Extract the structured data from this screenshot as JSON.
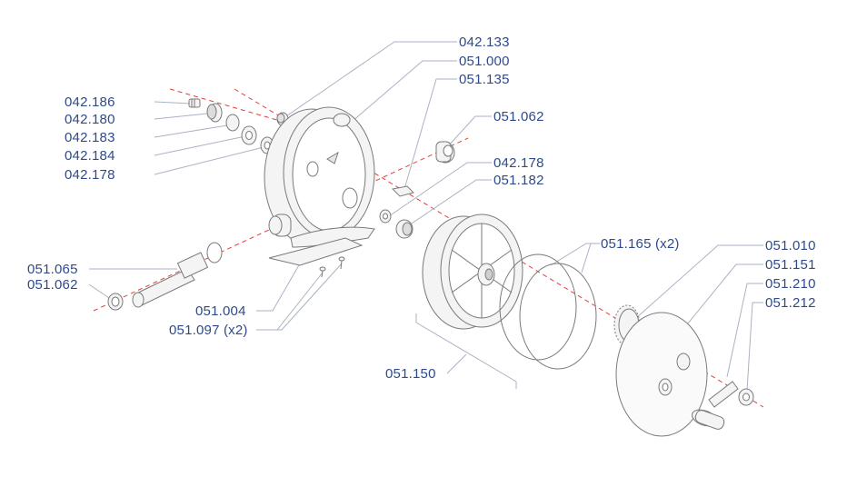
{
  "colors": {
    "label_text": "#2f4a8a",
    "leader_line": "#a9b2c4",
    "axis_line": "#e0403a",
    "part_outline": "#7a7a7a",
    "part_fill": "#f4f4f4"
  },
  "labels": {
    "p042_133": "042.133",
    "p051_000": "051.000",
    "p051_135": "051.135",
    "p051_062_top": "051.062",
    "p042_178_mid": "042.178",
    "p051_182": "051.182",
    "p042_186": "042.186",
    "p042_180": "042.180",
    "p042_183": "042.183",
    "p042_184": "042.184",
    "p042_178_left": "042.178",
    "p051_065": "051.065",
    "p051_062_left": "051.062",
    "p051_004": "051.004",
    "p051_097": "051.097 (x2)",
    "p051_165": "051.165 (x2)",
    "p051_150": "051.150",
    "p051_010": "051.010",
    "p051_151": "051.151",
    "p051_210": "051.210",
    "p051_212": "051.212"
  }
}
